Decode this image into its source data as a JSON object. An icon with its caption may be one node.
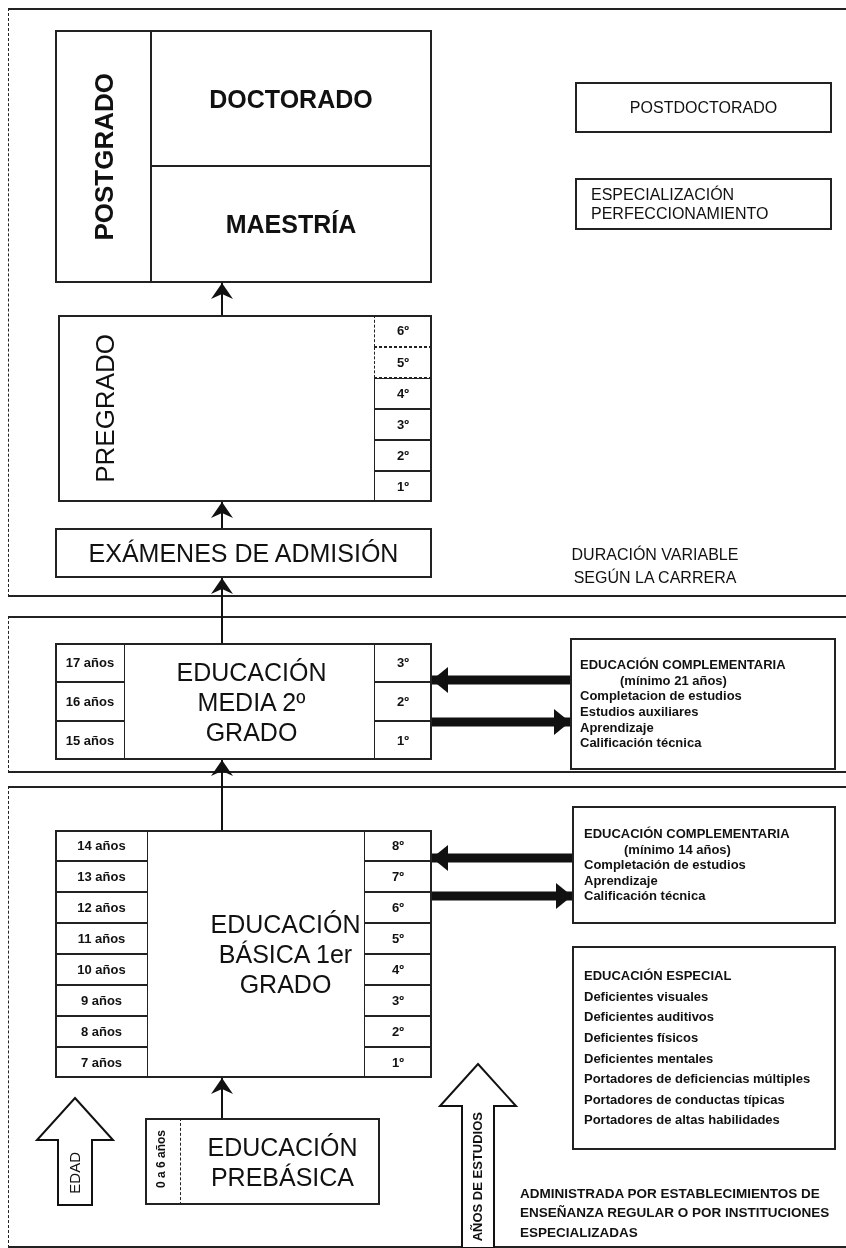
{
  "diagram": {
    "nodes": [
      {
        "text": [
          "POSTGRADO"
        ]
      },
      {
        "text": [
          "DOCTORADO"
        ],
        "in": 0
      },
      {
        "text": [
          "MAESTRÍA"
        ],
        "in": 0
      },
      {
        "text": [
          "POSTDOCTORADO"
        ]
      },
      {
        "text": [
          "ESPECIALIZACIÓN",
          "PERFECCIONAMIENTO"
        ]
      },
      {
        "text": [
          "PREGRADO"
        ]
      },
      {
        "text": [
          "6º"
        ],
        "in": 5
      },
      {
        "text": [
          "5º"
        ],
        "in": 5
      },
      {
        "text": [
          "4º"
        ],
        "in": 5
      },
      {
        "text": [
          "3º"
        ],
        "in": 5
      },
      {
        "text": [
          "2º"
        ],
        "in": 5
      },
      {
        "text": [
          "1º"
        ],
        "in": 5
      },
      {
        "text": [
          "EXÁMENES DE ADMISIÓN"
        ]
      },
      {
        "text": [
          "EDUCACIÓN MEDIA 2º GRADO"
        ]
      },
      {
        "text": [
          "17 años"
        ],
        "in": 13
      },
      {
        "text": [
          "3º"
        ],
        "in": 13
      },
      {
        "text": [
          "16 años"
        ],
        "in": 13
      },
      {
        "text": [
          "2º"
        ],
        "in": 13
      },
      {
        "text": [
          "15 años"
        ],
        "in": 13
      },
      {
        "text": [
          "1º"
        ],
        "in": 13
      },
      {
        "text": [
          "EDUCACIÓN COMPLEMENTARIA",
          "(mínimo 21 años)",
          "Completacion de estudios",
          "Estudios auxiliares",
          "Aprendizaje",
          "Calificación técnica"
        ]
      },
      {
        "text": [
          "EDUCACIÓN BÁSICA 1er GRADO"
        ]
      },
      {
        "text": [
          "14 años"
        ],
        "in": 21
      },
      {
        "text": [
          "8º"
        ],
        "in": 21
      },
      {
        "text": [
          "13 años"
        ],
        "in": 21
      },
      {
        "text": [
          "7º"
        ],
        "in": 21
      },
      {
        "text": [
          "12 años"
        ],
        "in": 21
      },
      {
        "text": [
          "6º"
        ],
        "in": 21
      },
      {
        "text": [
          "11 años"
        ],
        "in": 21
      },
      {
        "text": [
          "5º"
        ],
        "in": 21
      },
      {
        "text": [
          "10 años"
        ],
        "in": 21
      },
      {
        "text": [
          "4º"
        ],
        "in": 21
      },
      {
        "text": [
          "9 años"
        ],
        "in": 21
      },
      {
        "text": [
          "3º"
        ],
        "in": 21
      },
      {
        "text": [
          "8 años"
        ],
        "in": 21
      },
      {
        "text": [
          "2º"
        ],
        "in": 21
      },
      {
        "text": [
          "7 años"
        ],
        "in": 21
      },
      {
        "text": [
          "1º"
        ],
        "in": 21
      },
      {
        "text": [
          "EDUCACIÓN COMPLEMENTARIA",
          "(mínimo 14 años)",
          "Completación de estudios",
          "Aprendizaje",
          "Calificación técnica"
        ]
      },
      {
        "text": [
          "EDUCACIÓN ESPECIAL",
          "Deficientes visuales",
          "Deficientes auditivos",
          "Deficientes físicos",
          "Deficientes mentales",
          "Portadores de deficiencias múltiples",
          "Portadores de conductas típicas",
          "Portadores de altas habilidades"
        ]
      },
      {
        "text": [
          "EDUCACIÓN PREBÁSICA"
        ]
      },
      {
        "text": [
          "0 a 6 años"
        ],
        "in": 40
      }
    ],
    "edges": [
      {
        "from": 5,
        "to": 0,
        "arrow": "to"
      },
      {
        "from": 12,
        "to": 5,
        "arrow": "to"
      },
      {
        "from": 13,
        "to": 12,
        "arrow": "to"
      },
      {
        "from": 21,
        "to": 13,
        "arrow": "to"
      },
      {
        "from": 40,
        "to": 21,
        "arrow": "to"
      },
      {
        "from": 20,
        "to": 13,
        "arrow": "to",
        "style": "thick"
      },
      {
        "from": 13,
        "to": 20,
        "arrow": "to",
        "style": "thick"
      },
      {
        "from": 38,
        "to": 21,
        "arrow": "to",
        "style": "thick"
      },
      {
        "from": 21,
        "to": 38,
        "arrow": "to",
        "style": "thick"
      }
    ],
    "labels": [
      "DURACIÓN VARIABLE SEGÚN LA CARRERA",
      "EDAD",
      "AÑOS DE ESTUDIOS",
      "ADMINISTRADA POR ESTABLECIMIENTOS DE ENSEÑANZA REGULAR O POR INSTITUCIONES ESPECIALIZADAS"
    ]
  }
}
